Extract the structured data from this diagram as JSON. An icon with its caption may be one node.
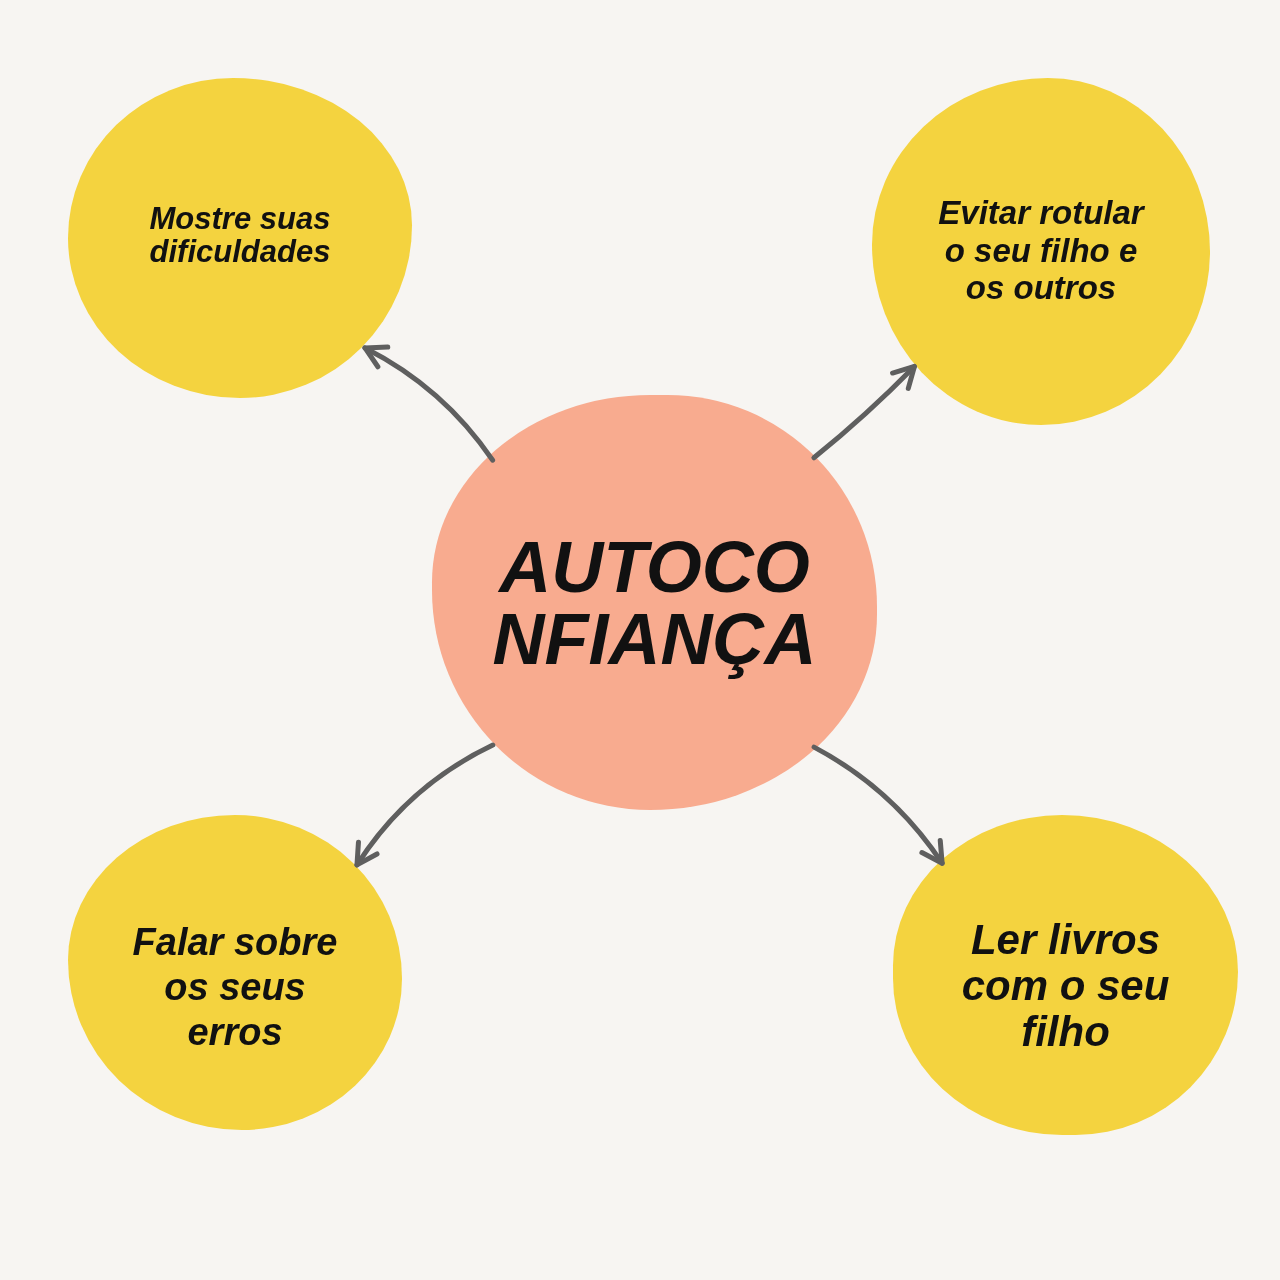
{
  "diagram": {
    "nodes": [
      {
        "text": [
          "AUTOCONFIANÇA"
        ]
      },
      {
        "text": [
          "Mostre suas dificuldades"
        ]
      },
      {
        "text": [
          "Evitar rotular o seu filho e os outros"
        ]
      },
      {
        "text": [
          "Falar sobre os seus erros"
        ]
      },
      {
        "text": [
          "Ler livros com o seu filho"
        ]
      }
    ],
    "edges": [
      {
        "from": 0,
        "to": 1,
        "arrow": "to"
      },
      {
        "from": 0,
        "to": 2,
        "arrow": "to"
      },
      {
        "from": 0,
        "to": 3,
        "arrow": "to"
      },
      {
        "from": 0,
        "to": 4,
        "arrow": "to"
      }
    ]
  }
}
